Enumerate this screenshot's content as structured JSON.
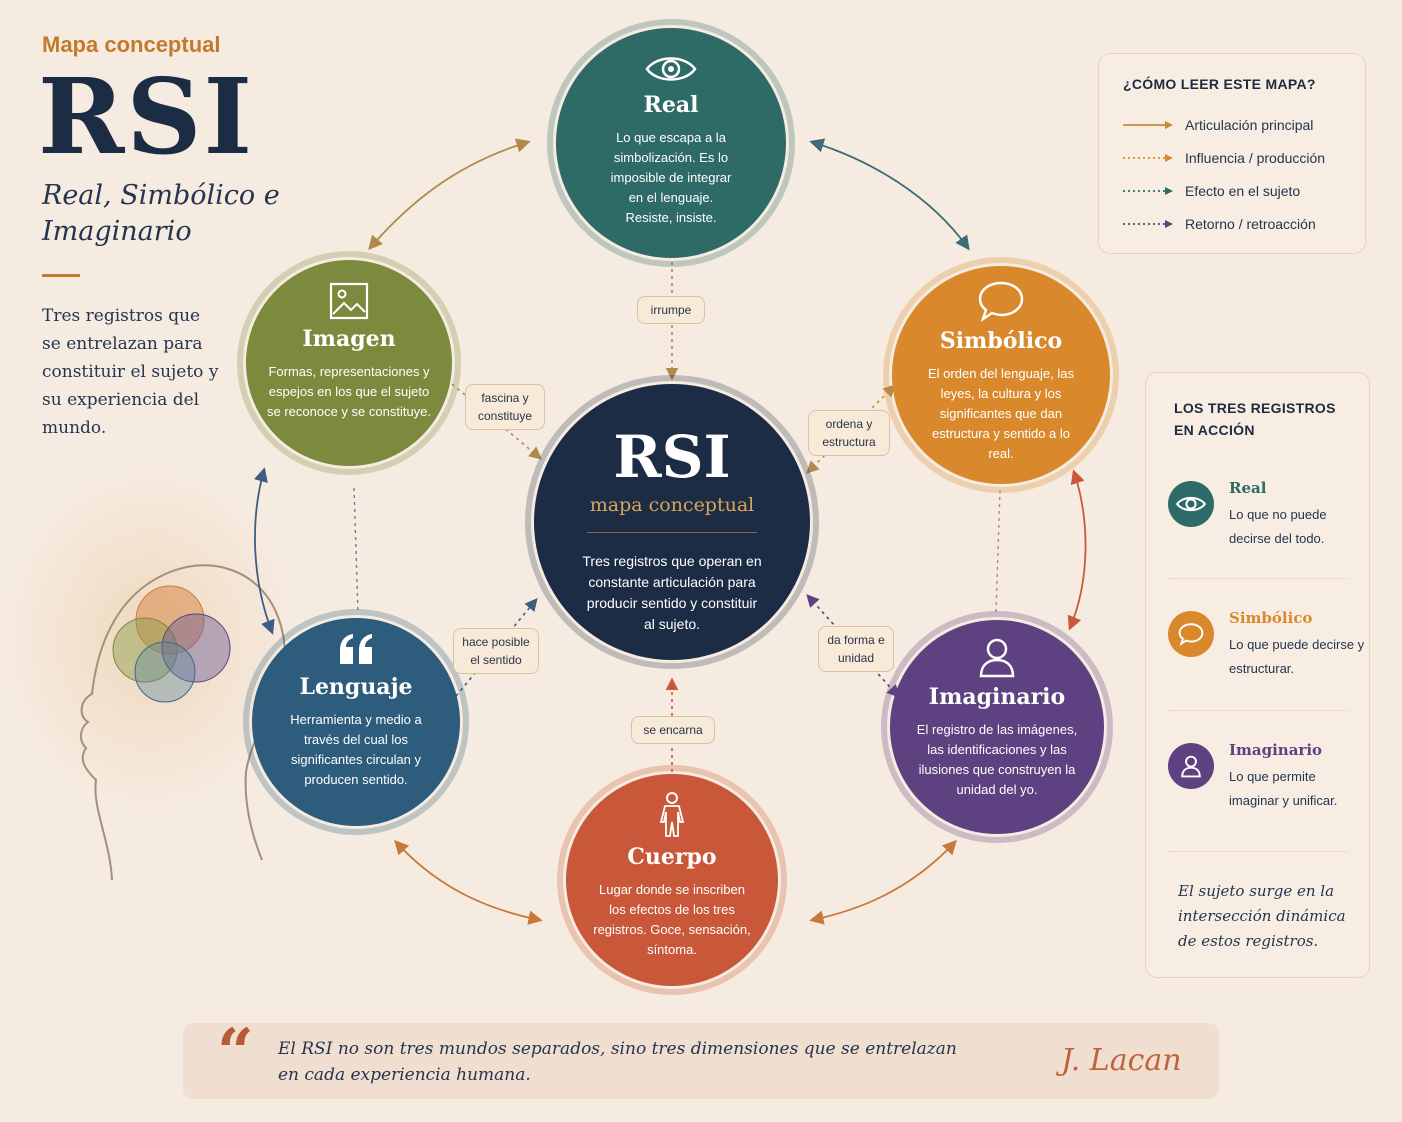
{
  "header": {
    "kicker": "Mapa conceptual",
    "title": "RSI",
    "subtitle": "Real, Simbólico e Imaginario",
    "intro": "Tres registros que se entrelazan para constituir el sujeto y su experiencia del mundo."
  },
  "center": {
    "title": "RSI",
    "subtitle": "mapa conceptual",
    "description": "Tres registros que operan en constante articulación para producir sentido y constituir al sujeto."
  },
  "nodes": {
    "real": {
      "title": "Real",
      "description": "Lo que escapa a la simbolización. Es lo imposible de integrar en el lenguaje. Resiste, insiste.",
      "color": "#2f6b66",
      "icon": "eye-icon"
    },
    "simbolico": {
      "title": "Simbólico",
      "description": "El orden del lenguaje, las leyes, la cultura y los significantes que dan estructura y sentido a lo real.",
      "color": "#d9892c",
      "icon": "speech-bubble-icon"
    },
    "imaginario": {
      "title": "Imaginario",
      "description": "El registro de las imágenes, las identificaciones y las ilusiones que construyen la unidad del yo.",
      "color": "#5e4180",
      "icon": "person-icon"
    },
    "cuerpo": {
      "title": "Cuerpo",
      "description": "Lugar donde se inscriben los efectos de los tres registros. Goce, sensación, síntoma.",
      "color": "#c9583a",
      "icon": "body-icon"
    },
    "lenguaje": {
      "title": "Lenguaje",
      "description": "Herramienta y medio a través del cual los significantes circulan y producen sentido.",
      "color": "#2d5c7c",
      "icon": "quote-icon"
    },
    "imagen": {
      "title": "Imagen",
      "description": "Formas, representaciones y espejos en los que el sujeto se reconoce y se constituye.",
      "color": "#7b8a3d",
      "icon": "image-icon"
    }
  },
  "connector_labels": {
    "irrumpe": "irrumpe",
    "ordena": "ordena y estructura",
    "da_forma": "da forma e unidad",
    "se_encarna": "se encarna",
    "hace_posible": "hace posible el sentido",
    "fascina": "fascina y constituye"
  },
  "legend": {
    "title": "¿CÓMO LEER ESTE MAPA?",
    "items": [
      {
        "label": "Articulación principal",
        "style": "solid",
        "color": "#c9893a"
      },
      {
        "label": "Influencia / producción",
        "style": "dotted",
        "color": "#d9892c"
      },
      {
        "label": "Efecto en el sujeto",
        "style": "dotted",
        "color": "#2f6b66"
      },
      {
        "label": "Retorno / retroacción",
        "style": "dotted",
        "color": "#5e4180"
      }
    ]
  },
  "registers": {
    "title": "LOS TRES REGISTROS EN ACCIÓN",
    "items": [
      {
        "name": "Real",
        "description": "Lo que no puede decirse del todo.",
        "color": "#2f6b66",
        "icon": "eye-icon"
      },
      {
        "name": "Simbólico",
        "description": "Lo que puede decirse y estructurar.",
        "color": "#d9892c",
        "icon": "speech-bubble-icon"
      },
      {
        "name": "Imaginario",
        "description": "Lo que permite imaginar y unificar.",
        "color": "#5e4180",
        "icon": "person-icon"
      }
    ],
    "note": "El sujeto surge en la intersección dinámica de estos registros."
  },
  "quote": {
    "text": "El RSI no son tres mundos separados, sino tres dimensiones que se entrelazan en cada experiencia humana.",
    "author": "J. Lacan"
  }
}
